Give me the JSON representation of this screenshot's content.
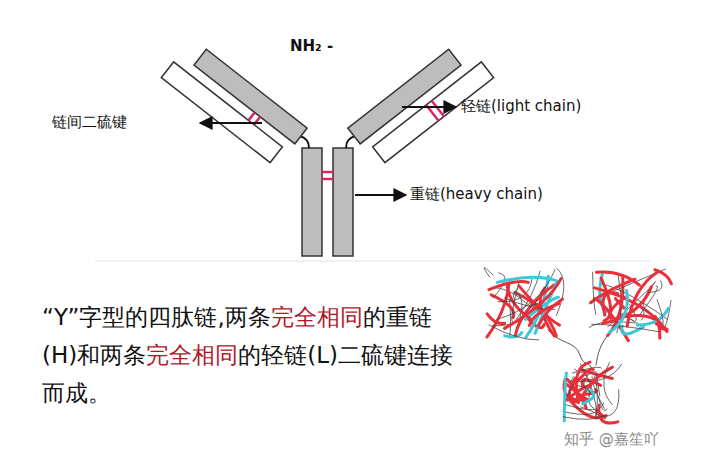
{
  "diagram": {
    "labels": [
      "NH₂ -",
      "链间二硫键",
      "轻链(light chain)",
      "重链(heavy chain)",
      "“Y”字型的四肽链,两条",
      "完全相同",
      "的重链(H)和两条",
      "完全相同",
      "的轻链(L)二硫键连接而成。",
      "知乎 @嘉笙吖"
    ]
  }
}
